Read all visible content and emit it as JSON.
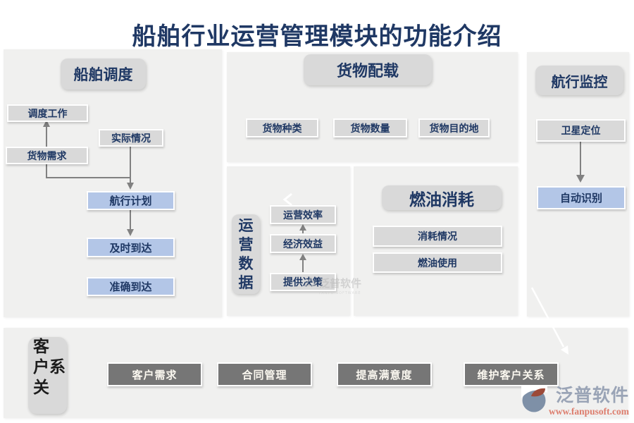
{
  "title": "船舶行业运营管理模块的功能介绍",
  "sections": {
    "dispatch": {
      "header": "船舶调度",
      "items": {
        "work": "调度工作",
        "actual": "实际情况",
        "demand": "货物需求",
        "plan": "航行计划",
        "ontime": "及时到达",
        "accurate": "准确到达"
      }
    },
    "cargo": {
      "header": "货物配载",
      "items": {
        "type": "货物种类",
        "quantity": "货物数量",
        "destination": "货物目的地"
      }
    },
    "operation": {
      "header": "运营数据",
      "items": {
        "efficiency": "运营效率",
        "benefit": "经济效益",
        "decision": "提供决策"
      }
    },
    "fuel": {
      "header": "燃油消耗",
      "items": {
        "consumption": "消耗情况",
        "usage": "燃油使用"
      }
    },
    "monitor": {
      "header": "航行监控",
      "items": {
        "satellite": "卫星定位",
        "auto": "自动识别"
      }
    },
    "customer": {
      "header": "客户关系",
      "header_lines": [
        "客",
        "户系",
        "关"
      ],
      "items": {
        "demand": "客户需求",
        "contract": "合同管理",
        "satisfaction": "提高满意度",
        "maintain": "维护客户关系"
      }
    }
  },
  "watermark": {
    "text": "泛普软件",
    "subtext": "FANPU SOFTWARE"
  },
  "logo": {
    "name": "泛普软件",
    "url": "www.fanpusoft.com"
  },
  "colors": {
    "title_text": "#1f3864",
    "panel_bg": "#f0f0ef",
    "box_gray": "#d9d9d9",
    "box_blue": "#b3c6e7",
    "box_dark": "#767676",
    "arrow_gray": "#818181",
    "logo_text": "#9aa4b6",
    "logo_url": "#dd7d6d",
    "logo_icon_blue": "#7e90a7",
    "logo_icon_red": "#9c4a39"
  }
}
